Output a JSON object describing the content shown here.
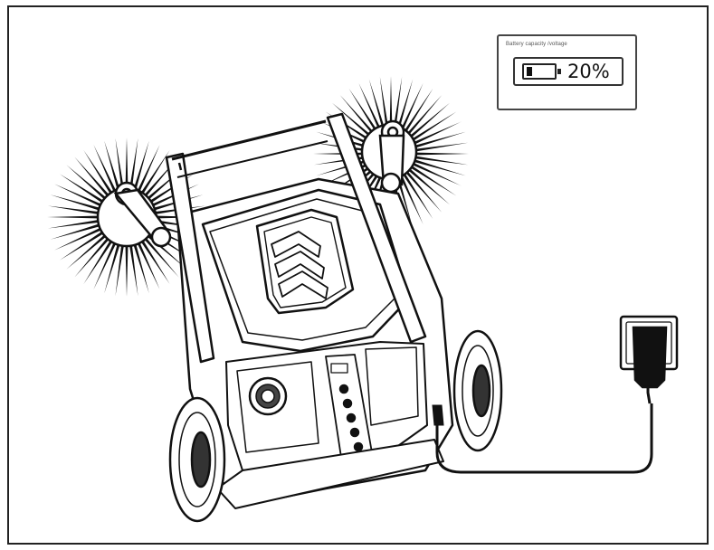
{
  "battery_panel": {
    "caption": "Battery capacity /voltage",
    "percent_label": "20%",
    "level_fraction": 0.2
  },
  "colors": {
    "ink": "#111111",
    "paper": "#ffffff"
  }
}
